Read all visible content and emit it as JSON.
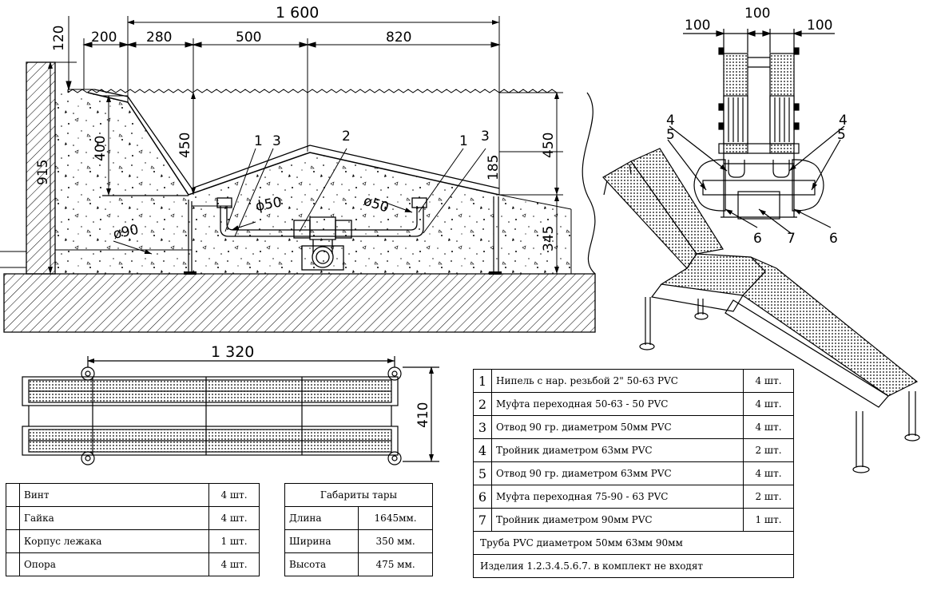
{
  "section": {
    "dimensions": {
      "top_total": "1 600",
      "d200": "200",
      "d280": "280",
      "d500": "500",
      "d820": "820",
      "d120": "120",
      "d400": "400",
      "d450_left": "450",
      "d915": "915",
      "d450_right": "450",
      "d185": "185",
      "d345": "345"
    },
    "labels": {
      "pipe50_left": "ϕ50",
      "pipe50_right": "ø50",
      "pipe90": "ø90"
    },
    "callouts": {
      "c1a": "1",
      "c3a": "3",
      "c2": "2",
      "c1b": "1",
      "c3b": "3"
    }
  },
  "front_view": {
    "dimensions": {
      "d100_left": "100",
      "d100_mid": "100",
      "d100_right": "100"
    },
    "callouts": {
      "c4a": "4",
      "c5a": "5",
      "c4b": "4",
      "c5b": "5",
      "c6a": "6",
      "c7": "7",
      "c6b": "6"
    }
  },
  "plan_view": {
    "dimensions": {
      "length": "1 320",
      "width": "410"
    }
  },
  "parts_table": [
    {
      "name": "Винт",
      "qty": "4 шт."
    },
    {
      "name": "Гайка",
      "qty": "4 шт."
    },
    {
      "name": "Корпус лежака",
      "qty": "1 шт."
    },
    {
      "name": "Опора",
      "qty": "4 шт."
    }
  ],
  "tare_table": {
    "header": "Габариты тары",
    "rows": [
      {
        "label": "Длина",
        "value": "1645мм."
      },
      {
        "label": "Ширина",
        "value": "350 мм."
      },
      {
        "label": "Высота",
        "value": "475 мм."
      }
    ]
  },
  "fittings_table": {
    "rows": [
      {
        "num": "1",
        "name": "Нипель с нар. резьбой 2\" 50-63 PVC",
        "qty": "4 шт."
      },
      {
        "num": "2",
        "name": "Муфта переходная 50-63 - 50 PVC",
        "qty": "4 шт."
      },
      {
        "num": "3",
        "name": "Отвод 90 гр. диаметром 50мм PVC",
        "qty": "4 шт."
      },
      {
        "num": "4",
        "name": "Тройник  диаметром 63мм PVC",
        "qty": "2 шт."
      },
      {
        "num": "5",
        "name": "Отвод 90 гр. диаметром 63мм PVC",
        "qty": "4 шт."
      },
      {
        "num": "6",
        "name": "Муфта переходная 75-90 - 63 PVC",
        "qty": "2 шт."
      },
      {
        "num": "7",
        "name": "Тройник  диаметром 90мм PVC",
        "qty": "1 шт."
      }
    ],
    "note_pipe": "Труба PVC диаметром   50мм 63мм  90мм",
    "note_kit": "Изделия 1.2.3.4.5.6.7. в комплект не входят"
  }
}
